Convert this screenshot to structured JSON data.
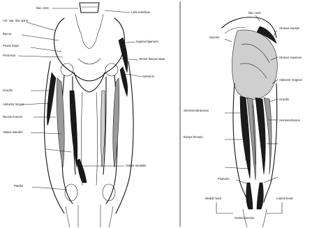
{
  "anterior_view": {
    "labels": [
      {
        "id": "iliac-crest",
        "text": "Iliac crest"
      },
      {
        "id": "l4-l5-vertebrae",
        "text": "L4/5 vertebrae"
      },
      {
        "id": "ant-sup-iliac-spine",
        "text": "Ant. sup. iliac spine"
      },
      {
        "id": "iliacus",
        "text": "Iliacus"
      },
      {
        "id": "psoas-major",
        "text": "Psoas major"
      },
      {
        "id": "inguinal-ligament",
        "text": "Inguinal ligament"
      },
      {
        "id": "tensor-fasciae-latae",
        "text": "Tensor fasciae latae"
      },
      {
        "id": "pectineus",
        "text": "Pectineus"
      },
      {
        "id": "sartorius",
        "text": "Sartorius"
      },
      {
        "id": "gracilis",
        "text": "Gracilis"
      },
      {
        "id": "adductor-longus",
        "text": "Adductor longus"
      },
      {
        "id": "rectus-femoris",
        "text": "Rectus femoris"
      },
      {
        "id": "vastus-lateralis",
        "text": "Vastus lateralis"
      },
      {
        "id": "vastus-medialis",
        "text": "Vastus medialis"
      },
      {
        "id": "patella",
        "text": "Patella"
      }
    ]
  },
  "posterior_view": {
    "labels": [
      {
        "id": "iliac-crest-post",
        "text": "Iliac crest"
      },
      {
        "id": "gluteus-medius",
        "text": "Gluteus medius"
      },
      {
        "id": "gluteus-maximus",
        "text": "Gluteus maximus"
      },
      {
        "id": "sacrum",
        "text": "Sacrum"
      },
      {
        "id": "adductor-magnus",
        "text": "Adductor magnus"
      },
      {
        "id": "gracilis-post",
        "text": "Gracilis"
      },
      {
        "id": "semitendinosus",
        "text": "Semitendinosus"
      },
      {
        "id": "semimembranosus",
        "text": "Semimembranosus"
      },
      {
        "id": "biceps-femoris",
        "text": "Biceps femoris"
      },
      {
        "id": "plantaris",
        "text": "Plantaris"
      },
      {
        "id": "gastrocnemius-medial",
        "text": "Medial head"
      },
      {
        "id": "gastrocnemius-lateral",
        "text": "Lateral head"
      },
      {
        "id": "gastrocnemius",
        "text": "Gastrocnemius"
      }
    ]
  }
}
